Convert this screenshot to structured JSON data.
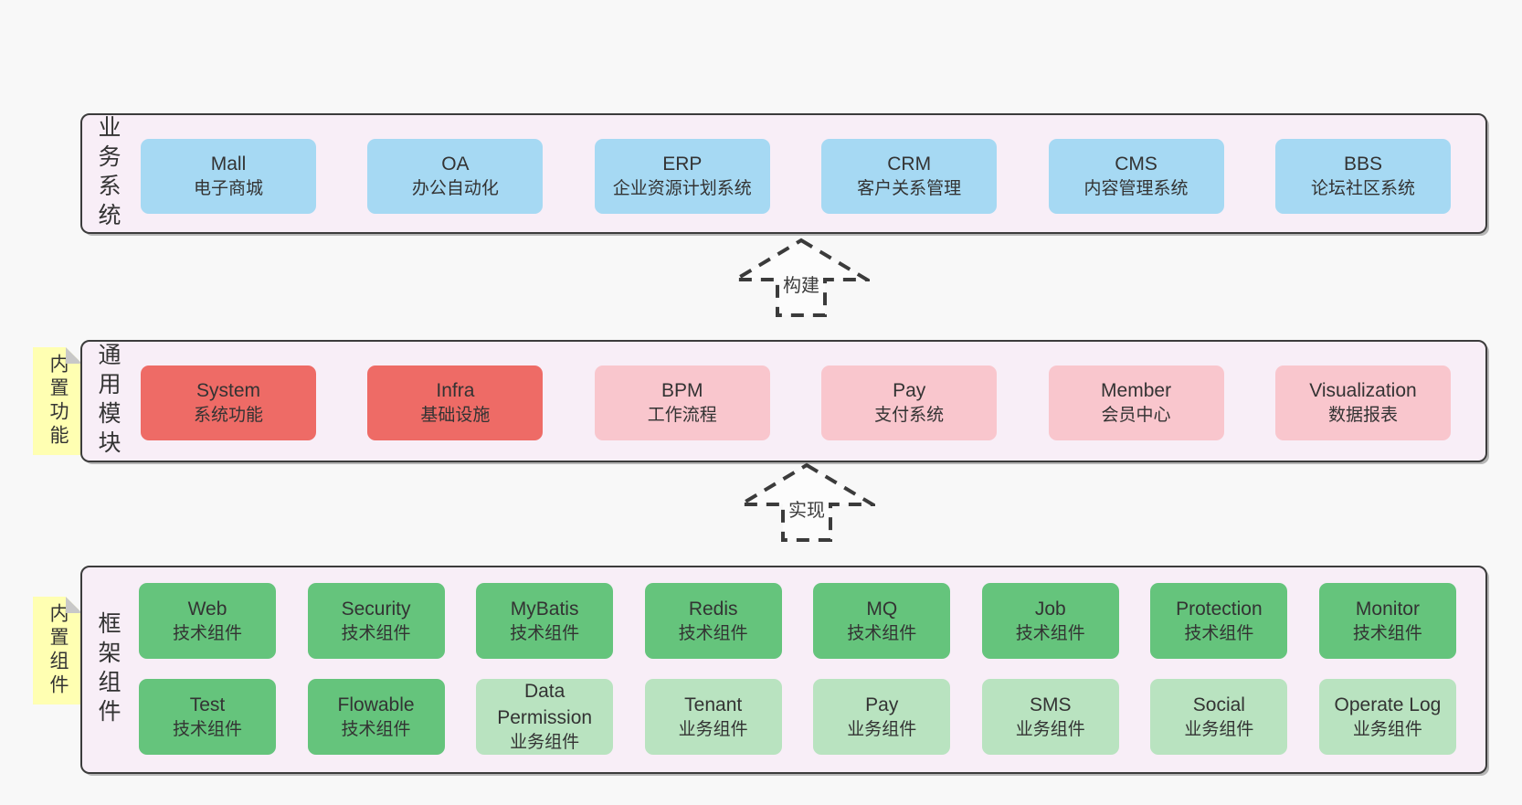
{
  "arrows": {
    "build": "构建",
    "implement": "实现"
  },
  "colors": {
    "page_background": "#f8f8f8",
    "panel_background": "#f8eef7",
    "panel_border": "#3c3c3c",
    "business_box": "#a6d9f3",
    "module_core_box": "#ee6b66",
    "module_optional_box": "#f9c6cd",
    "component_tech_box": "#65c47c",
    "component_biz_box": "#b9e3c0",
    "sticky_note": "#ffffb2",
    "text": "#333333"
  },
  "sections": {
    "business": {
      "label": "业务系统",
      "boxes": [
        {
          "name": "Mall",
          "desc": "电子商城"
        },
        {
          "name": "OA",
          "desc": "办公自动化"
        },
        {
          "name": "ERP",
          "desc": "企业资源计划系统"
        },
        {
          "name": "CRM",
          "desc": "客户关系管理"
        },
        {
          "name": "CMS",
          "desc": "内容管理系统"
        },
        {
          "name": "BBS",
          "desc": "论坛社区系统"
        }
      ]
    },
    "modules": {
      "label": "通用模块",
      "sticky": "内置功能",
      "boxes": [
        {
          "name": "System",
          "desc": "系统功能"
        },
        {
          "name": "Infra",
          "desc": "基础设施"
        },
        {
          "name": "BPM",
          "desc": "工作流程"
        },
        {
          "name": "Pay",
          "desc": "支付系统"
        },
        {
          "name": "Member",
          "desc": "会员中心"
        },
        {
          "name": "Visualization",
          "desc": "数据报表"
        }
      ]
    },
    "components": {
      "label": "框架组件",
      "sticky": "内置组件",
      "row1": [
        {
          "name": "Web",
          "desc": "技术组件"
        },
        {
          "name": "Security",
          "desc": "技术组件"
        },
        {
          "name": "MyBatis",
          "desc": "技术组件"
        },
        {
          "name": "Redis",
          "desc": "技术组件"
        },
        {
          "name": "MQ",
          "desc": "技术组件"
        },
        {
          "name": "Job",
          "desc": "技术组件"
        },
        {
          "name": "Protection",
          "desc": "技术组件"
        },
        {
          "name": "Monitor",
          "desc": "技术组件"
        }
      ],
      "row2": [
        {
          "name": "Test",
          "desc": "技术组件"
        },
        {
          "name": "Flowable",
          "desc": "技术组件"
        },
        {
          "name": "Data Permission",
          "desc": "业务组件"
        },
        {
          "name": "Tenant",
          "desc": "业务组件"
        },
        {
          "name": "Pay",
          "desc": "业务组件"
        },
        {
          "name": "SMS",
          "desc": "业务组件"
        },
        {
          "name": "Social",
          "desc": "业务组件"
        },
        {
          "name": "Operate Log",
          "desc": "业务组件"
        }
      ]
    }
  }
}
